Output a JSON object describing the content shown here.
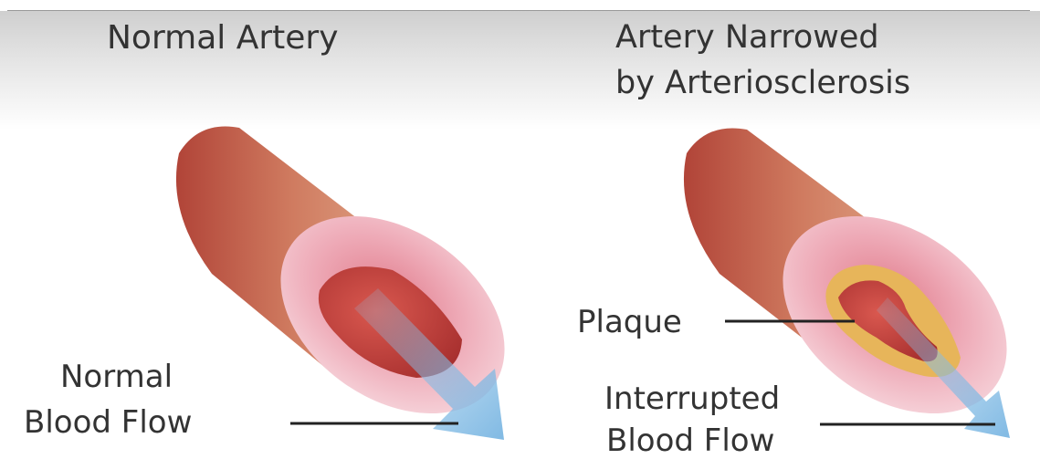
{
  "left": {
    "title": "Normal Artery",
    "flow_label_line1": "Normal",
    "flow_label_line2": "Blood Flow"
  },
  "right": {
    "title_line1": "Artery Narrowed",
    "title_line2": "by Arteriosclerosis",
    "plaque_label": "Plaque",
    "flow_label_line1": "Interrupted",
    "flow_label_line2": "Blood Flow"
  },
  "colors": {
    "artery_outer": "#d7957a",
    "artery_dark": "#a4372e",
    "wall_cut": "#f0bcc6",
    "lumen": "#c33d3b",
    "plaque": "#e8b75a",
    "flow_arrow": "#7fb8e0"
  }
}
